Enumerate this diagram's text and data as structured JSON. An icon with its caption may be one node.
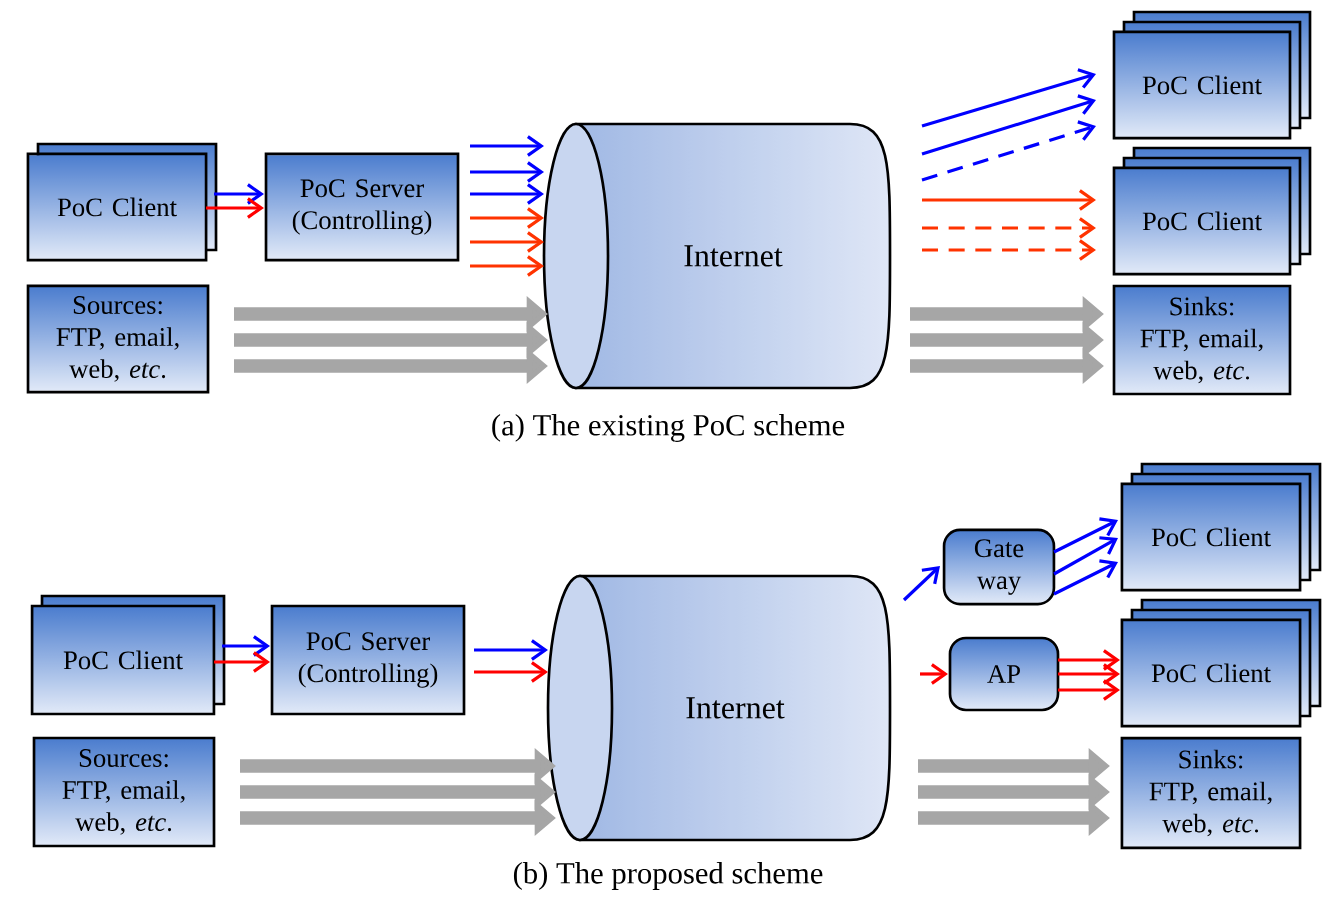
{
  "diagram": {
    "nodes": [
      {
        "text": [
          "PoC Client"
        ]
      },
      {
        "text": [
          "PoC Server (Controlling)"
        ]
      },
      {
        "text": [
          "Sources:",
          "FTP, email, web, *etc*."
        ]
      },
      {
        "text": [
          "Internet"
        ]
      },
      {
        "text": [
          "PoC Client"
        ]
      },
      {
        "text": [
          "PoC Client"
        ]
      },
      {
        "text": [
          "Sinks:",
          "FTP, email, web, *etc*."
        ]
      },
      {
        "text": [
          "PoC Client"
        ]
      },
      {
        "text": [
          "PoC Server (Controlling)"
        ]
      },
      {
        "text": [
          "Sources:",
          "FTP, email, web, *etc*."
        ]
      },
      {
        "text": [
          "Internet"
        ]
      },
      {
        "text": [
          "Gate way"
        ]
      },
      {
        "text": [
          "AP"
        ]
      },
      {
        "text": [
          "PoC Client"
        ]
      },
      {
        "text": [
          "PoC Client"
        ]
      },
      {
        "text": [
          "Sinks:",
          "FTP, email, web, *etc*."
        ]
      }
    ],
    "edges": [
      {
        "from": 0,
        "to": 1,
        "arrow": "to",
        "color": "#0000ff"
      },
      {
        "from": 0,
        "to": 1,
        "arrow": "to",
        "color": "#ff0000"
      },
      {
        "from": 1,
        "to": 3,
        "arrow": "to",
        "color": "#0000ff"
      },
      {
        "from": 1,
        "to": 3,
        "arrow": "to",
        "color": "#0000ff"
      },
      {
        "from": 1,
        "to": 3,
        "arrow": "to",
        "color": "#0000ff"
      },
      {
        "from": 1,
        "to": 3,
        "arrow": "to",
        "color": "#ff3300"
      },
      {
        "from": 1,
        "to": 3,
        "arrow": "to",
        "color": "#ff3300"
      },
      {
        "from": 1,
        "to": 3,
        "arrow": "to",
        "color": "#ff3300"
      },
      {
        "from": 2,
        "to": 3,
        "arrow": "to",
        "style": "thick",
        "color": "#a6a6a6"
      },
      {
        "from": 2,
        "to": 3,
        "arrow": "to",
        "style": "thick",
        "color": "#a6a6a6"
      },
      {
        "from": 2,
        "to": 3,
        "arrow": "to",
        "style": "thick",
        "color": "#a6a6a6"
      },
      {
        "from": 3,
        "to": 4,
        "arrow": "to",
        "color": "#0000ff"
      },
      {
        "from": 3,
        "to": 4,
        "arrow": "to",
        "color": "#0000ff"
      },
      {
        "from": 3,
        "to": 4,
        "arrow": "to",
        "style": "dashed",
        "color": "#0000ff"
      },
      {
        "from": 3,
        "to": 5,
        "arrow": "to",
        "color": "#ff3300"
      },
      {
        "from": 3,
        "to": 5,
        "arrow": "to",
        "style": "dashed",
        "color": "#ff3300"
      },
      {
        "from": 3,
        "to": 5,
        "arrow": "to",
        "style": "dashed",
        "color": "#ff3300"
      },
      {
        "from": 3,
        "to": 6,
        "arrow": "to",
        "style": "thick",
        "color": "#a6a6a6"
      },
      {
        "from": 3,
        "to": 6,
        "arrow": "to",
        "style": "thick",
        "color": "#a6a6a6"
      },
      {
        "from": 3,
        "to": 6,
        "arrow": "to",
        "style": "thick",
        "color": "#a6a6a6"
      },
      {
        "from": 7,
        "to": 8,
        "arrow": "to",
        "color": "#0000ff"
      },
      {
        "from": 7,
        "to": 8,
        "arrow": "to",
        "color": "#ff0000"
      },
      {
        "from": 8,
        "to": 10,
        "arrow": "to",
        "color": "#0000ff"
      },
      {
        "from": 8,
        "to": 10,
        "arrow": "to",
        "color": "#ff0000"
      },
      {
        "from": 9,
        "to": 10,
        "arrow": "to",
        "style": "thick",
        "color": "#a6a6a6"
      },
      {
        "from": 9,
        "to": 10,
        "arrow": "to",
        "style": "thick",
        "color": "#a6a6a6"
      },
      {
        "from": 9,
        "to": 10,
        "arrow": "to",
        "style": "thick",
        "color": "#a6a6a6"
      },
      {
        "from": 10,
        "to": 11,
        "arrow": "to",
        "color": "#0000ff"
      },
      {
        "from": 11,
        "to": 13,
        "arrow": "to",
        "color": "#0000ff"
      },
      {
        "from": 11,
        "to": 13,
        "arrow": "to",
        "color": "#0000ff"
      },
      {
        "from": 11,
        "to": 13,
        "arrow": "to",
        "color": "#0000ff"
      },
      {
        "from": 10,
        "to": 12,
        "arrow": "to",
        "color": "#ff0000"
      },
      {
        "from": 12,
        "to": 14,
        "arrow": "to",
        "color": "#ff0000"
      },
      {
        "from": 12,
        "to": 14,
        "arrow": "to",
        "color": "#ff0000"
      },
      {
        "from": 12,
        "to": 14,
        "arrow": "to",
        "color": "#ff0000"
      },
      {
        "from": 10,
        "to": 15,
        "arrow": "to",
        "style": "thick",
        "color": "#a6a6a6"
      },
      {
        "from": 10,
        "to": 15,
        "arrow": "to",
        "style": "thick",
        "color": "#a6a6a6"
      },
      {
        "from": 10,
        "to": 15,
        "arrow": "to",
        "style": "thick",
        "color": "#a6a6a6"
      }
    ],
    "labels": [
      "(a) The existing PoC scheme",
      "(b) The proposed scheme"
    ]
  }
}
